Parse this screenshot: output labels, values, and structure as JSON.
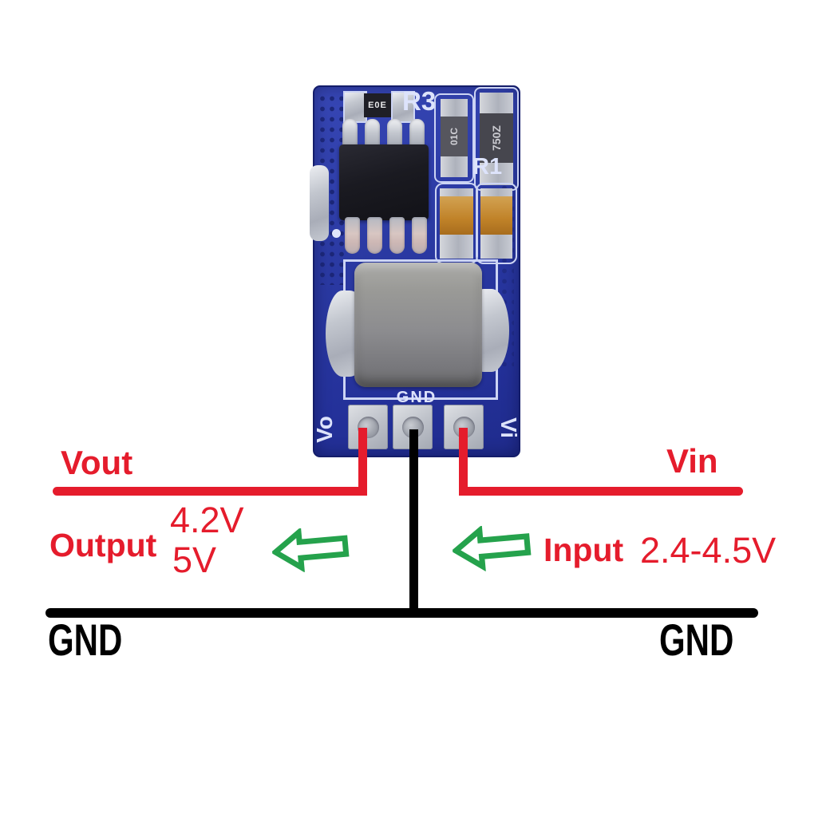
{
  "colors": {
    "annotation_red": "#e51c2c",
    "arrow_green": "#25a24c",
    "wire_black": "#000000",
    "pcb_blue": "#2b3aa3",
    "silkscreen_white": "#dde3fb",
    "pad_silver": "#bcc0c8",
    "capacitor_orange": "#c08228"
  },
  "pcb": {
    "silkscreen": {
      "r3": "R3",
      "r1": "R1",
      "gnd": "GND",
      "vo": "Vo",
      "vi": "Vi"
    },
    "markings": {
      "r3_resistor": "E0E",
      "cap_small": "01C",
      "cap_large": "750Z"
    }
  },
  "annotations": {
    "vout": "Vout",
    "vin": "Vin",
    "output": "Output",
    "output_v_top": "4.2V",
    "output_v_bottom": "5V",
    "input": "Input",
    "input_range": "2.4-4.5V",
    "gnd_left": "GND",
    "gnd_right": "GND"
  }
}
